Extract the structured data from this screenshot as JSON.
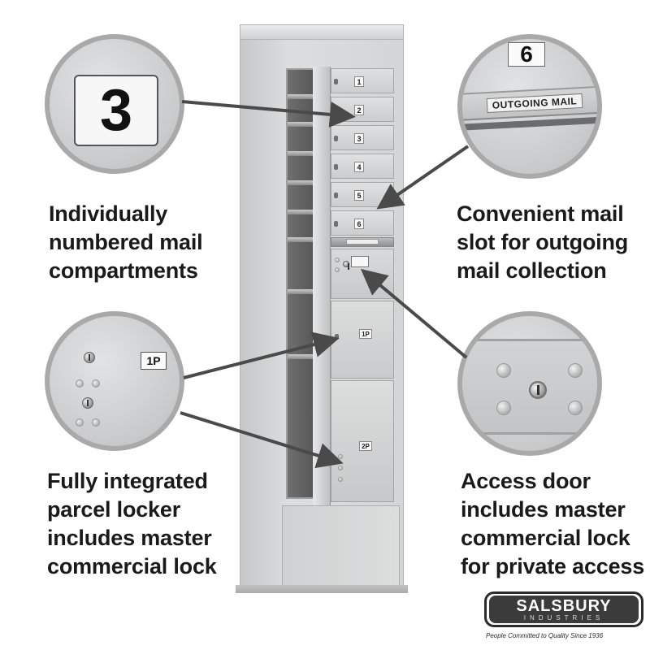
{
  "callouts": {
    "number_badge": "3",
    "slot_badge": "6",
    "slot_label": "OUTGOING MAIL",
    "parcel_badge": "1P"
  },
  "unit": {
    "compartments": [
      "1",
      "2",
      "3",
      "4",
      "5",
      "6"
    ],
    "parcel_1": "1P",
    "parcel_2": "2P"
  },
  "captions": {
    "top_left": [
      "Individually",
      "numbered mail",
      "compartments"
    ],
    "top_right": [
      "Convenient mail",
      "slot for outgoing",
      "mail collection"
    ],
    "bottom_left": [
      "Fully integrated",
      "parcel locker",
      "includes master",
      "commercial lock"
    ],
    "bottom_right": [
      "Access door",
      "includes master",
      "commercial lock",
      "for private access"
    ]
  },
  "brand": {
    "name": "SALSBURY",
    "sub": "INDUSTRIES",
    "tagline": "People Committed to Quality Since 1936"
  },
  "colors": {
    "metal": "#d4d5d6",
    "circle_border": "#a9a9a9",
    "arrow": "#4a4a4a",
    "text": "#1a1a1a",
    "logo_bg": "#3b3b3b"
  }
}
